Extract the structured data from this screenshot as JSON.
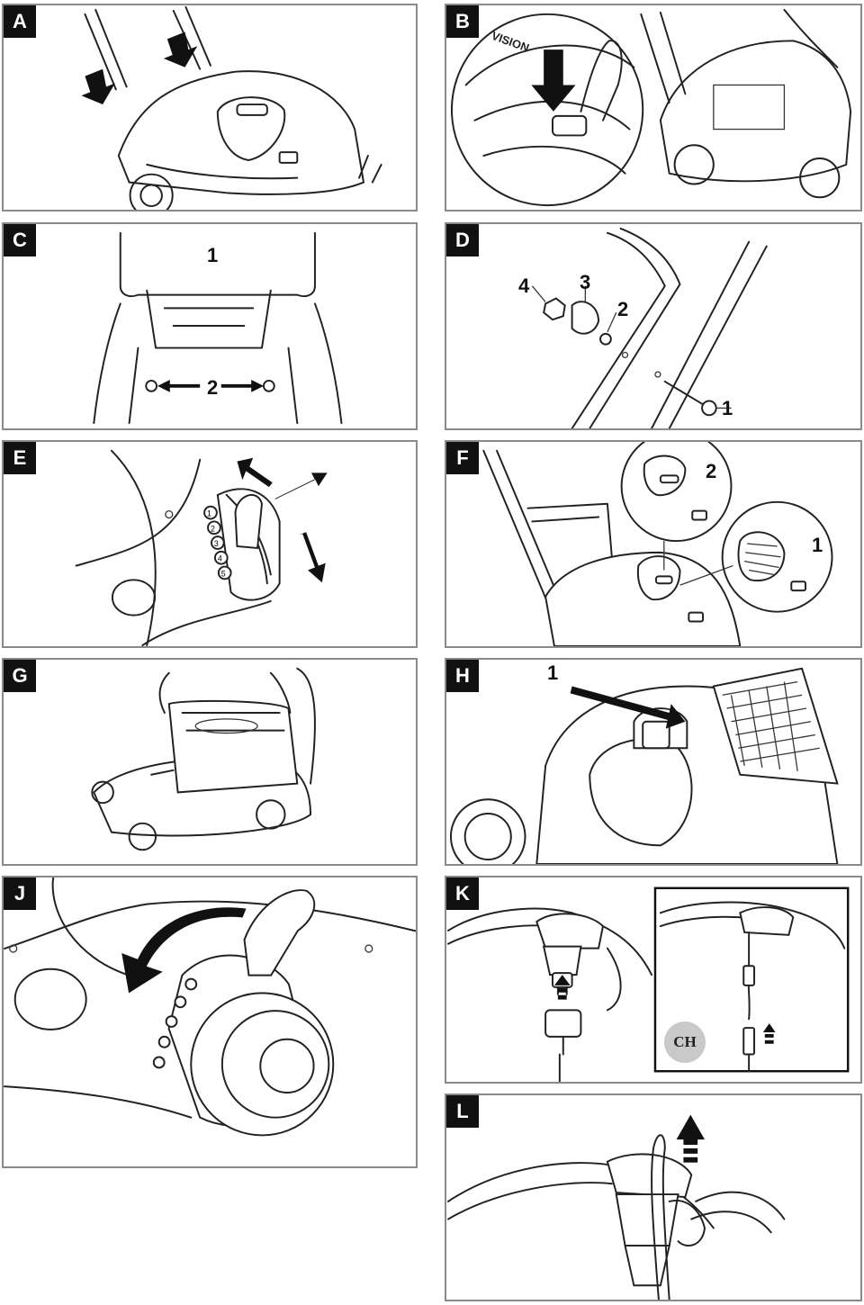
{
  "panels": [
    {
      "id": "A",
      "label": "A",
      "callouts": []
    },
    {
      "id": "B",
      "label": "B",
      "callouts": [],
      "brand": "VISION"
    },
    {
      "id": "C",
      "label": "C",
      "callouts": [
        "1",
        "2"
      ]
    },
    {
      "id": "D",
      "label": "D",
      "callouts": [
        "4",
        "3",
        "2",
        "1"
      ]
    },
    {
      "id": "E",
      "label": "E",
      "callouts": [],
      "dial_marks": [
        "1",
        "2",
        "3",
        "4",
        "5"
      ]
    },
    {
      "id": "F",
      "label": "F",
      "callouts": [
        "2",
        "1"
      ]
    },
    {
      "id": "G",
      "label": "G",
      "callouts": []
    },
    {
      "id": "H",
      "label": "H",
      "callouts": [
        "1"
      ]
    },
    {
      "id": "J",
      "label": "J",
      "callouts": []
    },
    {
      "id": "K",
      "label": "K",
      "callouts": [],
      "badge": "CH"
    },
    {
      "id": "L",
      "label": "L",
      "callouts": []
    }
  ]
}
